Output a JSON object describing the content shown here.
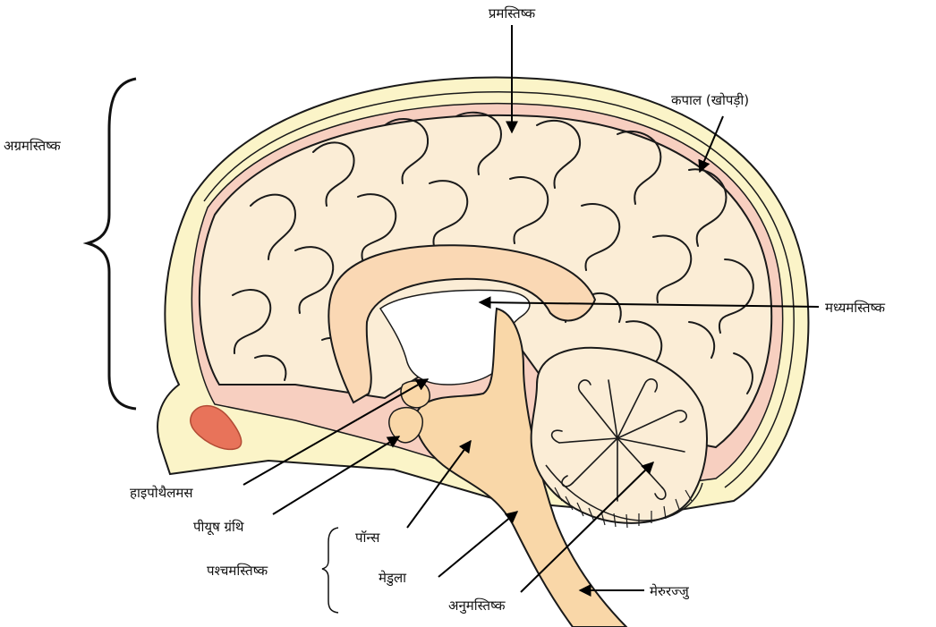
{
  "labels": {
    "cerebrum": "प्रमस्तिष्क",
    "skull": "कपाल (खोपड़ी)",
    "forebrain": "अग्रमस्तिष्क",
    "midbrain": "मध्यमस्तिष्क",
    "hypothalamus": "हाइपोथैलमस",
    "pituitary": "पीयूष ग्रंथि",
    "pons": "पॉन्स",
    "hindbrain": "पश्चमस्तिष्क",
    "medulla": "मेडुला",
    "cerebellum": "अनुमस्तिष्क",
    "spinal_cord": "मेरुरज्जु"
  },
  "colors": {
    "skull": "#fbf4c8",
    "meninges": "#f7cfc0",
    "cerebrum": "#fbedd6",
    "corpus_callosum": "#fad8b4",
    "brainstem": "#f9d7a8",
    "pituitary_spot": "#e8735a",
    "outline": "#1a1a1a"
  }
}
